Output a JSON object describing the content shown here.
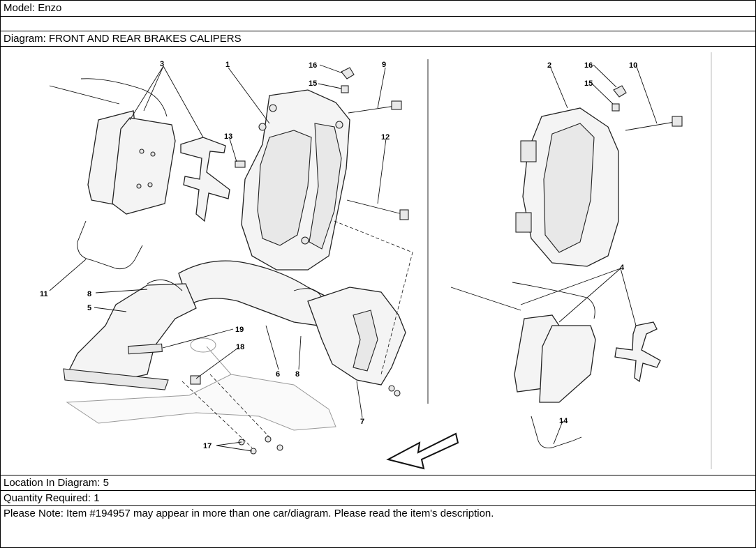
{
  "model": {
    "label": "Model: Enzo"
  },
  "diagram": {
    "label": "Diagram: FRONT AND REAR BRAKES CALIPERS"
  },
  "callouts": {
    "c1": "1",
    "c2": "2",
    "c3": "3",
    "c4": "4",
    "c5": "5",
    "c6": "6",
    "c7": "7",
    "c8a": "8",
    "c8b": "8",
    "c9": "9",
    "c10": "10",
    "c11": "11",
    "c12": "12",
    "c13": "13",
    "c14": "14",
    "c15a": "15",
    "c15b": "15",
    "c16a": "16",
    "c16b": "16",
    "c17": "17",
    "c18": "18",
    "c19": "19"
  },
  "location": {
    "label": "Location In Diagram: 5"
  },
  "quantity": {
    "label": "Quantity Required: 1"
  },
  "note": {
    "label": "Please Note: Item #194957 may appear in more than one car/diagram. Please read the item's description."
  }
}
